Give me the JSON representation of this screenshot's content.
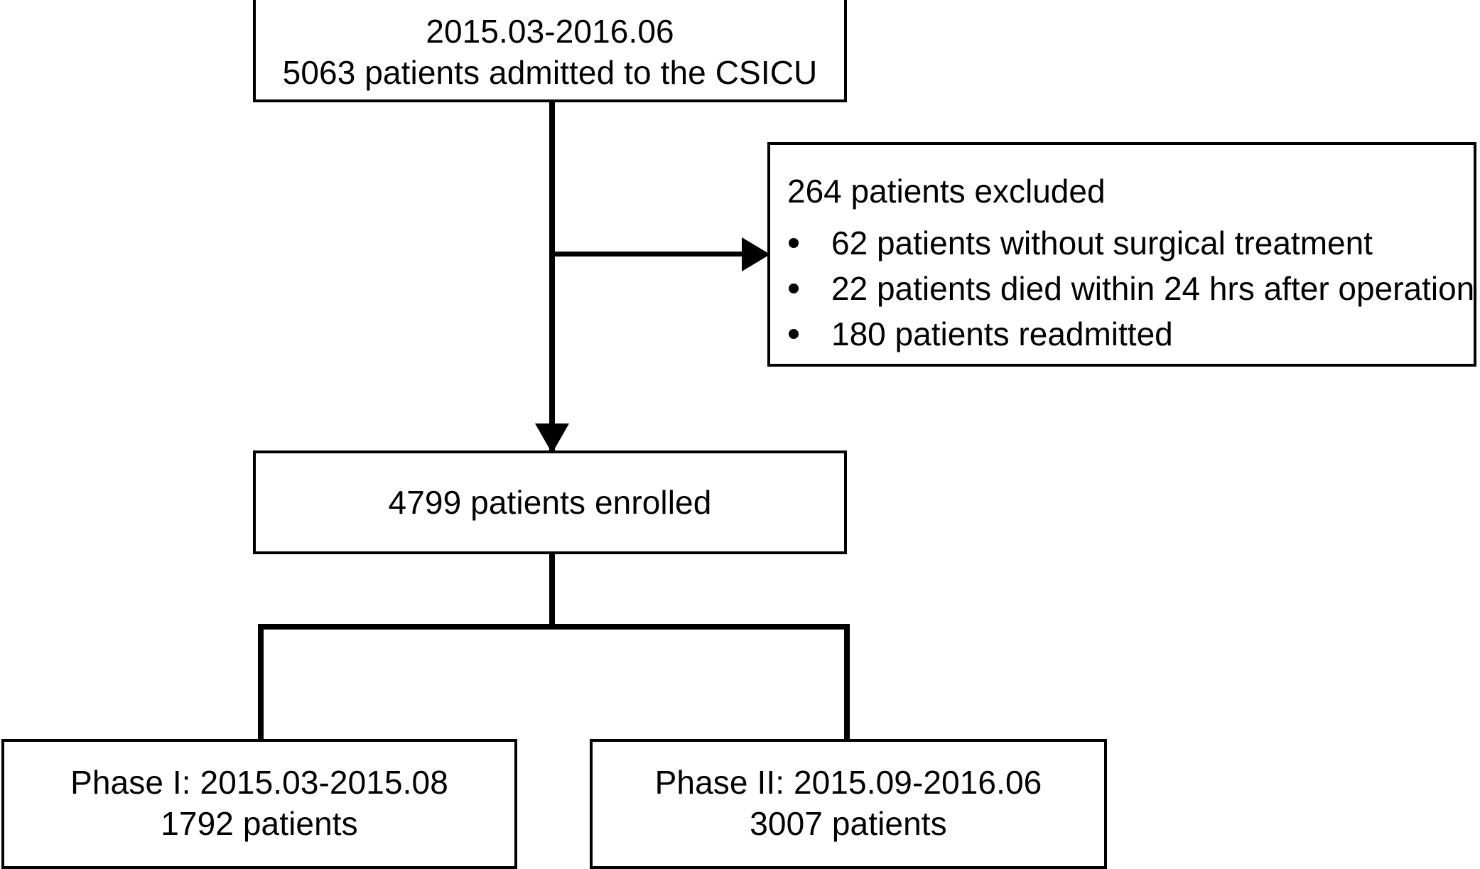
{
  "figure": {
    "type": "flowchart",
    "title": "CSICU patient enrollment flow diagram"
  },
  "nodes": {
    "source": {
      "period": "2015.03-2016.06",
      "count_line": "5063 patients admitted to the CSICU"
    },
    "excluded": {
      "heading": "264 patients excluded",
      "items": [
        "62 patients without surgical treatment",
        "22 patients died within 24 hrs after operation",
        "180 patients readmitted"
      ]
    },
    "enrolled": {
      "label": "4799 patients enrolled"
    },
    "phase_1": {
      "title": "Phase I: 2015.03-2015.08",
      "count": "1792 patients"
    },
    "phase_2": {
      "title": "Phase II: 2015.09-2016.06",
      "count": "3007 patients"
    }
  },
  "chart_data": {
    "type": "diagram",
    "flow": [
      {
        "step": "admitted",
        "label": "5063 patients admitted to the CSICU",
        "value": 5063,
        "period": "2015.03-2016.06"
      },
      {
        "step": "excluded",
        "label": "264 patients excluded",
        "value": 264,
        "breakdown": [
          {
            "label": "62 patients without surgical treatment",
            "value": 62
          },
          {
            "label": "22 patients died within 24 hrs after operation",
            "value": 22
          },
          {
            "label": "180 patients readmitted",
            "value": 180
          }
        ]
      },
      {
        "step": "enrolled",
        "label": "4799 patients enrolled",
        "value": 4799
      },
      {
        "step": "phase_1",
        "label": "Phase I: 2015.03-2015.08",
        "value": 1792
      },
      {
        "step": "phase_2",
        "label": "Phase II: 2015.09-2016.06",
        "value": 3007
      }
    ]
  },
  "style": {
    "stroke": "#000000",
    "fill": "#ffffff"
  }
}
